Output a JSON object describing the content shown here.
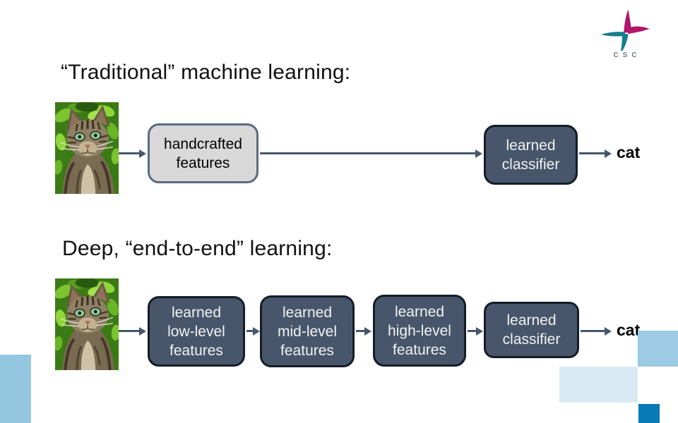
{
  "logo": {
    "text": "CSC"
  },
  "titles": {
    "traditional": "“Traditional” machine learning:",
    "deep": "Deep, “end-to-end” learning:"
  },
  "flow_traditional": {
    "steps": [
      {
        "label": "handcrafted\nfeatures",
        "style": "light"
      },
      {
        "label": "learned\nclassifier",
        "style": "dark"
      }
    ],
    "output_label": "cat"
  },
  "flow_deep": {
    "steps": [
      {
        "label": "learned\nlow-level\nfeatures",
        "style": "dark"
      },
      {
        "label": "learned\nmid-level\nfeatures",
        "style": "dark"
      },
      {
        "label": "learned\nhigh-level\nfeatures",
        "style": "dark"
      },
      {
        "label": "learned\nclassifier",
        "style": "dark"
      }
    ],
    "output_label": "cat"
  },
  "colors": {
    "box_dark_fill": "#47566a",
    "box_dark_border": "#141d28",
    "box_light_fill": "#d9d9d9",
    "box_light_border": "#5b6b80",
    "arrow": "#46566b",
    "logo_teal": "#157e8c",
    "logo_magenta": "#b0176c",
    "deco_left_square": "#93c7e0",
    "deco_mid_square": "#9dcbe3",
    "deco_pale_square": "#d9e9f3",
    "deco_dark_square": "#0779b5"
  }
}
